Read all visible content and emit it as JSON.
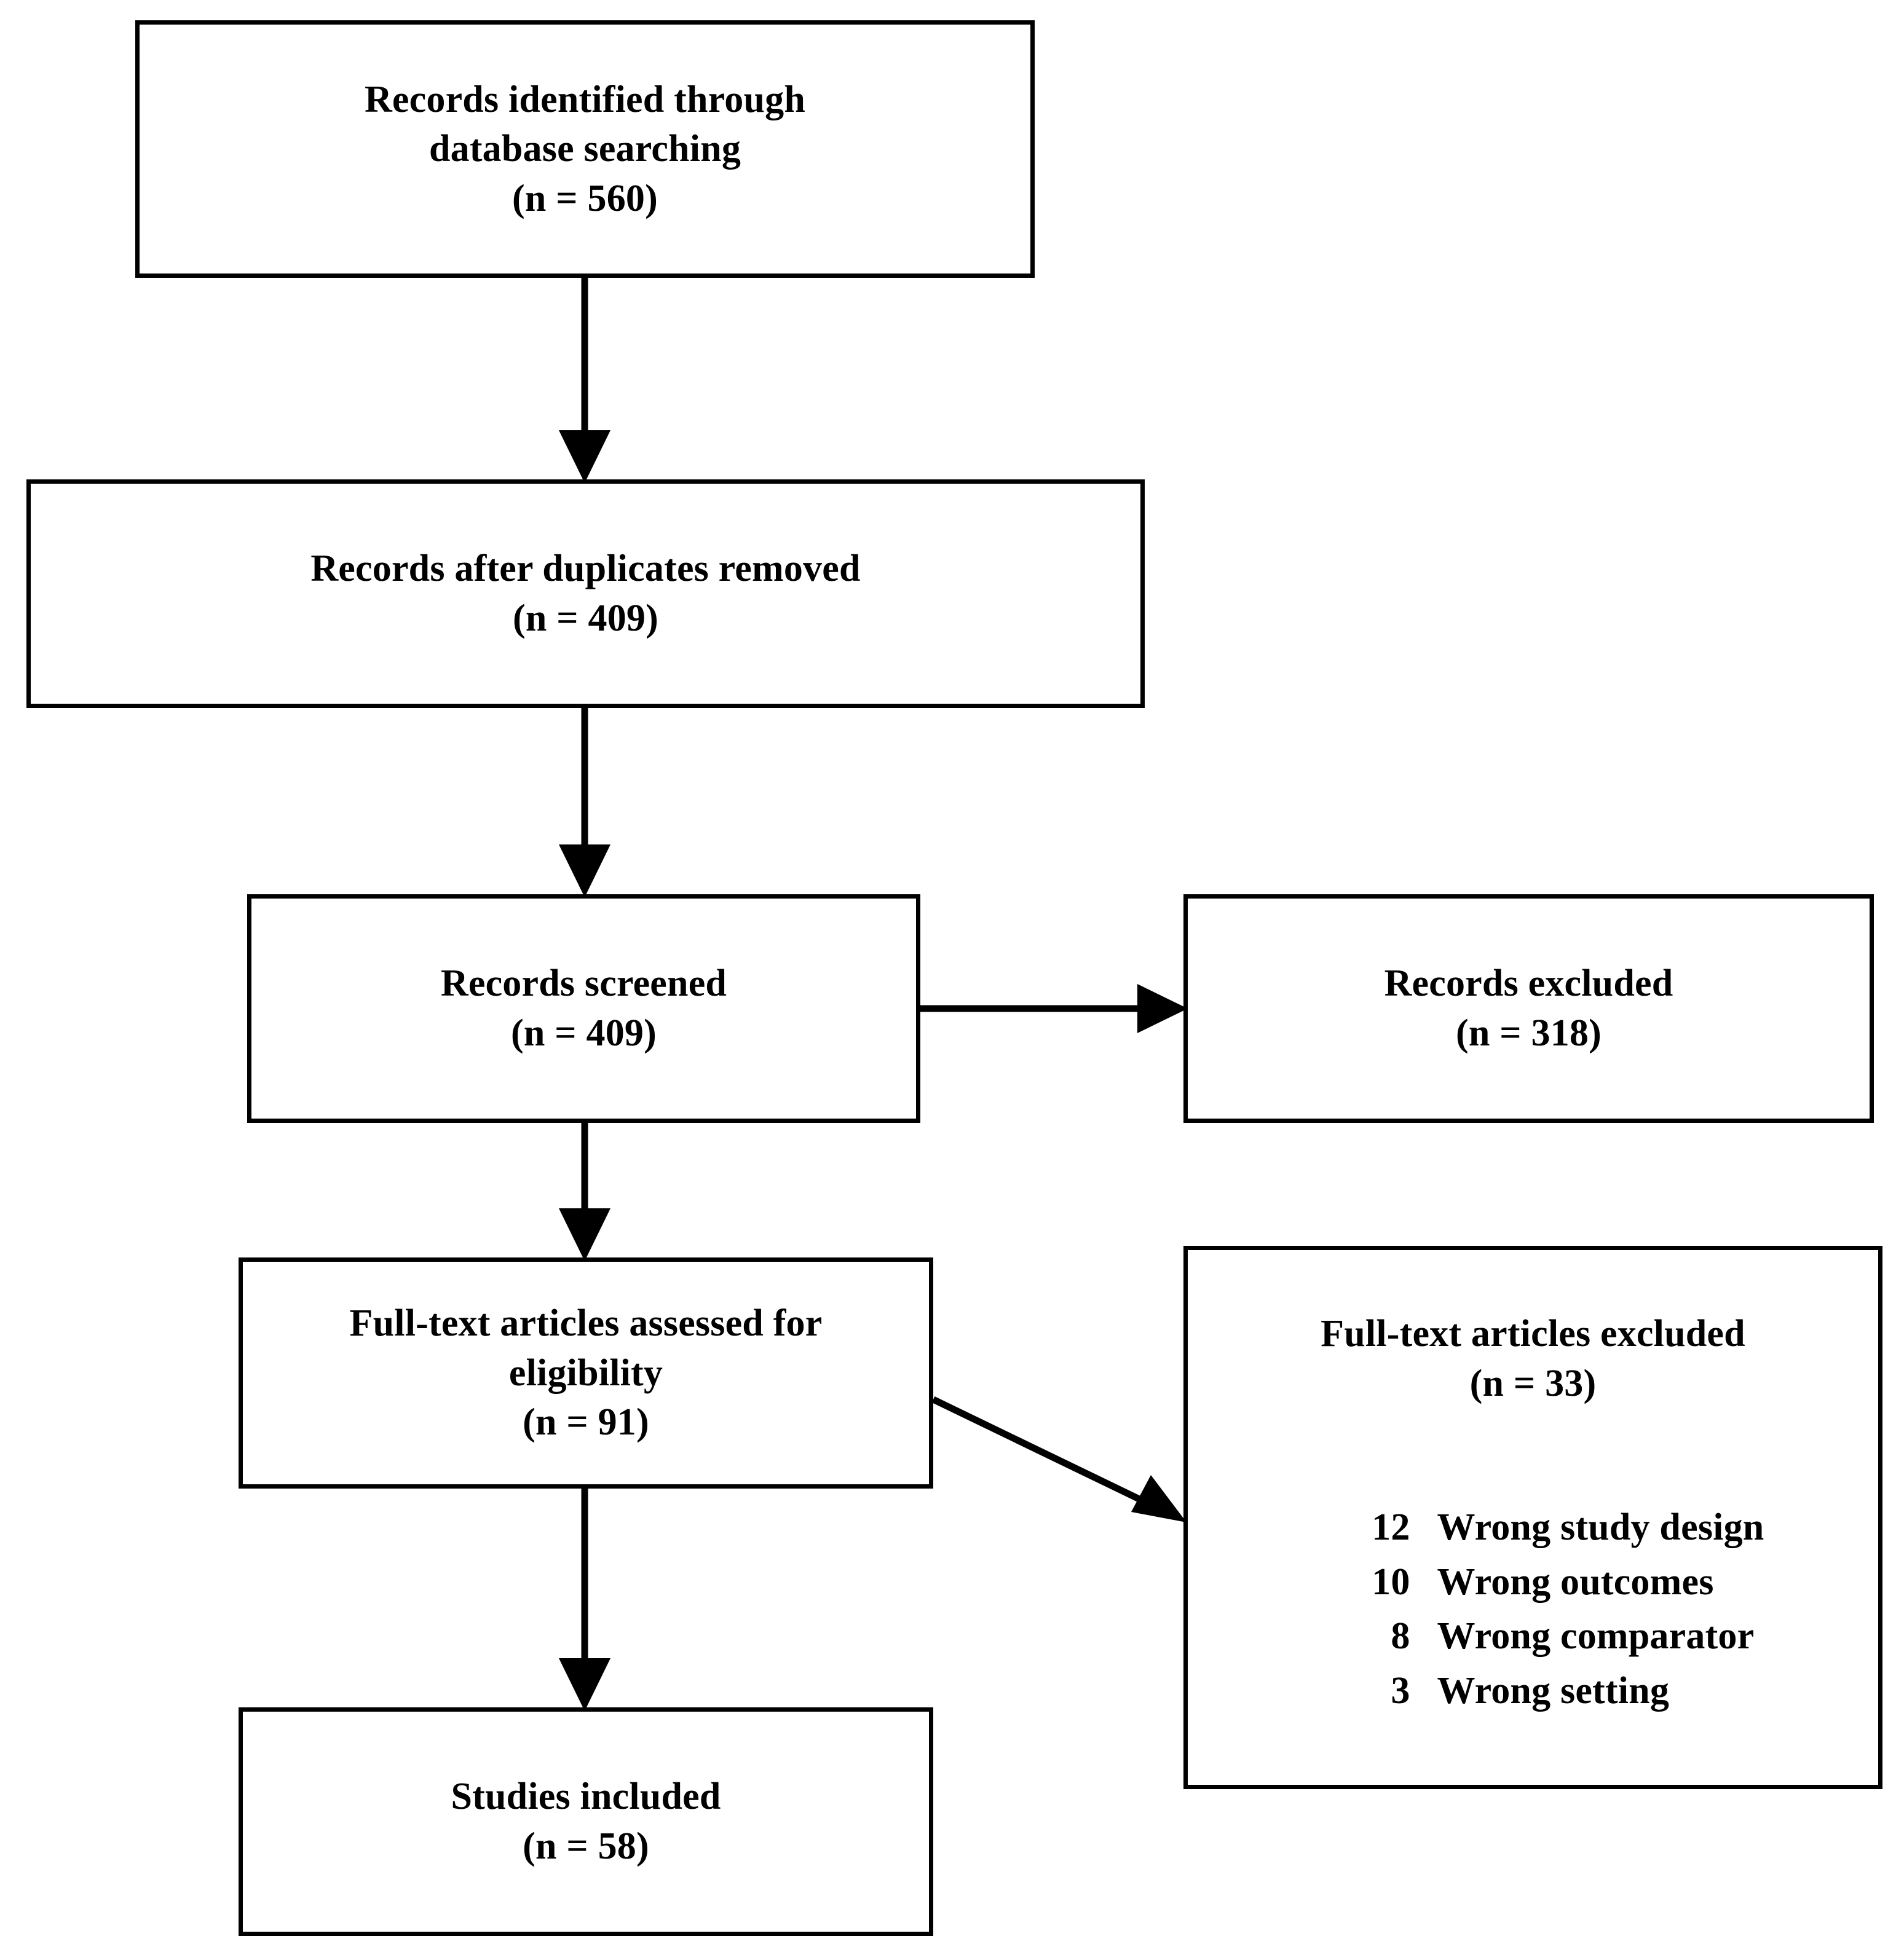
{
  "diagram": {
    "type": "prisma-flow-diagram",
    "title": "PRISMA study selection flow diagram",
    "text_color": "#000000",
    "box_border_color": "#000000",
    "background_color": "#FFFFFF"
  },
  "boxes": {
    "identified": {
      "line1": "Records identified through",
      "line2": "database searching",
      "count_label": "(n = 560)",
      "n": 560
    },
    "after_duplicates": {
      "line1": "Records after duplicates removed",
      "count_label": "(n = 409)",
      "n": 409
    },
    "screened": {
      "line1": "Records screened",
      "count_label": "(n = 409)",
      "n": 409
    },
    "records_excluded": {
      "line1": "Records excluded",
      "count_label": "(n = 318)",
      "n": 318
    },
    "fulltext_assessed": {
      "line1": "Full-text articles assessed for",
      "line2": "eligibility",
      "count_label": "(n = 91)",
      "n": 91
    },
    "fulltext_excluded": {
      "line1": "Full-text articles excluded",
      "count_label": "(n = 33)",
      "n": 33,
      "reasons": [
        {
          "count": "12",
          "label": "Wrong study design"
        },
        {
          "count": "10",
          "label": "Wrong outcomes"
        },
        {
          "count": "8",
          "label": "Wrong comparator"
        },
        {
          "count": "3",
          "label": "Wrong setting"
        }
      ]
    },
    "included": {
      "line1": "Studies included",
      "count_label": "(n = 58)",
      "n": 58
    }
  },
  "connectors": [
    {
      "name": "identified-to-after-duplicates",
      "from": "identified",
      "to": "after_duplicates",
      "style": "vertical-arrow"
    },
    {
      "name": "after-duplicates-to-screened",
      "from": "after_duplicates",
      "to": "screened",
      "style": "vertical-arrow"
    },
    {
      "name": "screened-to-records-excluded",
      "from": "screened",
      "to": "records_excluded",
      "style": "horizontal-arrow"
    },
    {
      "name": "screened-to-fulltext-assessed",
      "from": "screened",
      "to": "fulltext_assessed",
      "style": "vertical-arrow"
    },
    {
      "name": "fulltext-assessed-to-fulltext-excluded",
      "from": "fulltext_assessed",
      "to": "fulltext_excluded",
      "style": "diagonal-arrow"
    },
    {
      "name": "fulltext-assessed-to-included",
      "from": "fulltext_assessed",
      "to": "included",
      "style": "vertical-arrow"
    }
  ]
}
